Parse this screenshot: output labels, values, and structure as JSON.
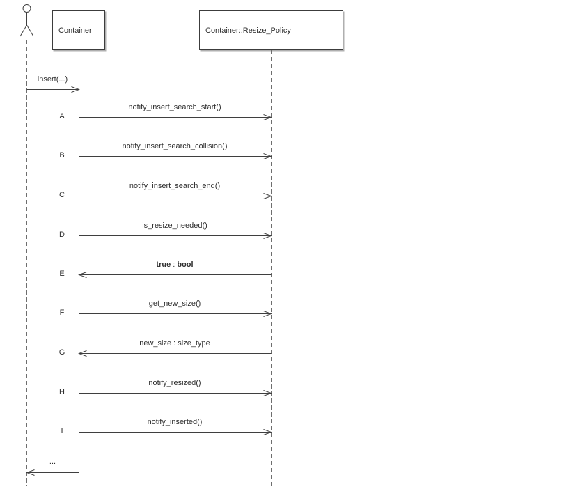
{
  "diagram": {
    "type": "uml-sequence-diagram",
    "participants": {
      "actor": {
        "kind": "actor",
        "label": ""
      },
      "container": {
        "kind": "object",
        "label": "Container"
      },
      "resize_policy": {
        "kind": "object",
        "label": "Container::Resize_Policy"
      }
    },
    "colors": {
      "line": "#3f3f3f",
      "lifeline": "#6e6e6e",
      "text": "#2e2e2e",
      "background": "#ffffff"
    },
    "messages": [
      {
        "id": "",
        "label": "insert(...)",
        "direction": "right",
        "from": "actor",
        "to": "container"
      },
      {
        "id": "A",
        "label": "notify_insert_search_start()",
        "direction": "right",
        "from": "container",
        "to": "resize_policy"
      },
      {
        "id": "B",
        "label": "notify_insert_search_collision()",
        "direction": "right",
        "from": "container",
        "to": "resize_policy"
      },
      {
        "id": "C",
        "label": "notify_insert_search_end()",
        "direction": "right",
        "from": "container",
        "to": "resize_policy"
      },
      {
        "id": "D",
        "label": "is_resize_needed()",
        "direction": "right",
        "from": "container",
        "to": "resize_policy"
      },
      {
        "id": "E",
        "parts": {
          "value": "true",
          "sep": " : ",
          "type": "bool"
        },
        "direction": "left",
        "from": "resize_policy",
        "to": "container"
      },
      {
        "id": "F",
        "label": "get_new_size()",
        "direction": "right",
        "from": "container",
        "to": "resize_policy"
      },
      {
        "id": "G",
        "label": "new_size : size_type",
        "direction": "left",
        "from": "resize_policy",
        "to": "container"
      },
      {
        "id": "H",
        "label": "notify_resized()",
        "direction": "right",
        "from": "container",
        "to": "resize_policy"
      },
      {
        "id": "I",
        "label": "notify_inserted()",
        "direction": "right",
        "from": "container",
        "to": "resize_policy"
      },
      {
        "id": "",
        "label": "...",
        "direction": "left",
        "from": "container",
        "to": "actor"
      }
    ]
  }
}
